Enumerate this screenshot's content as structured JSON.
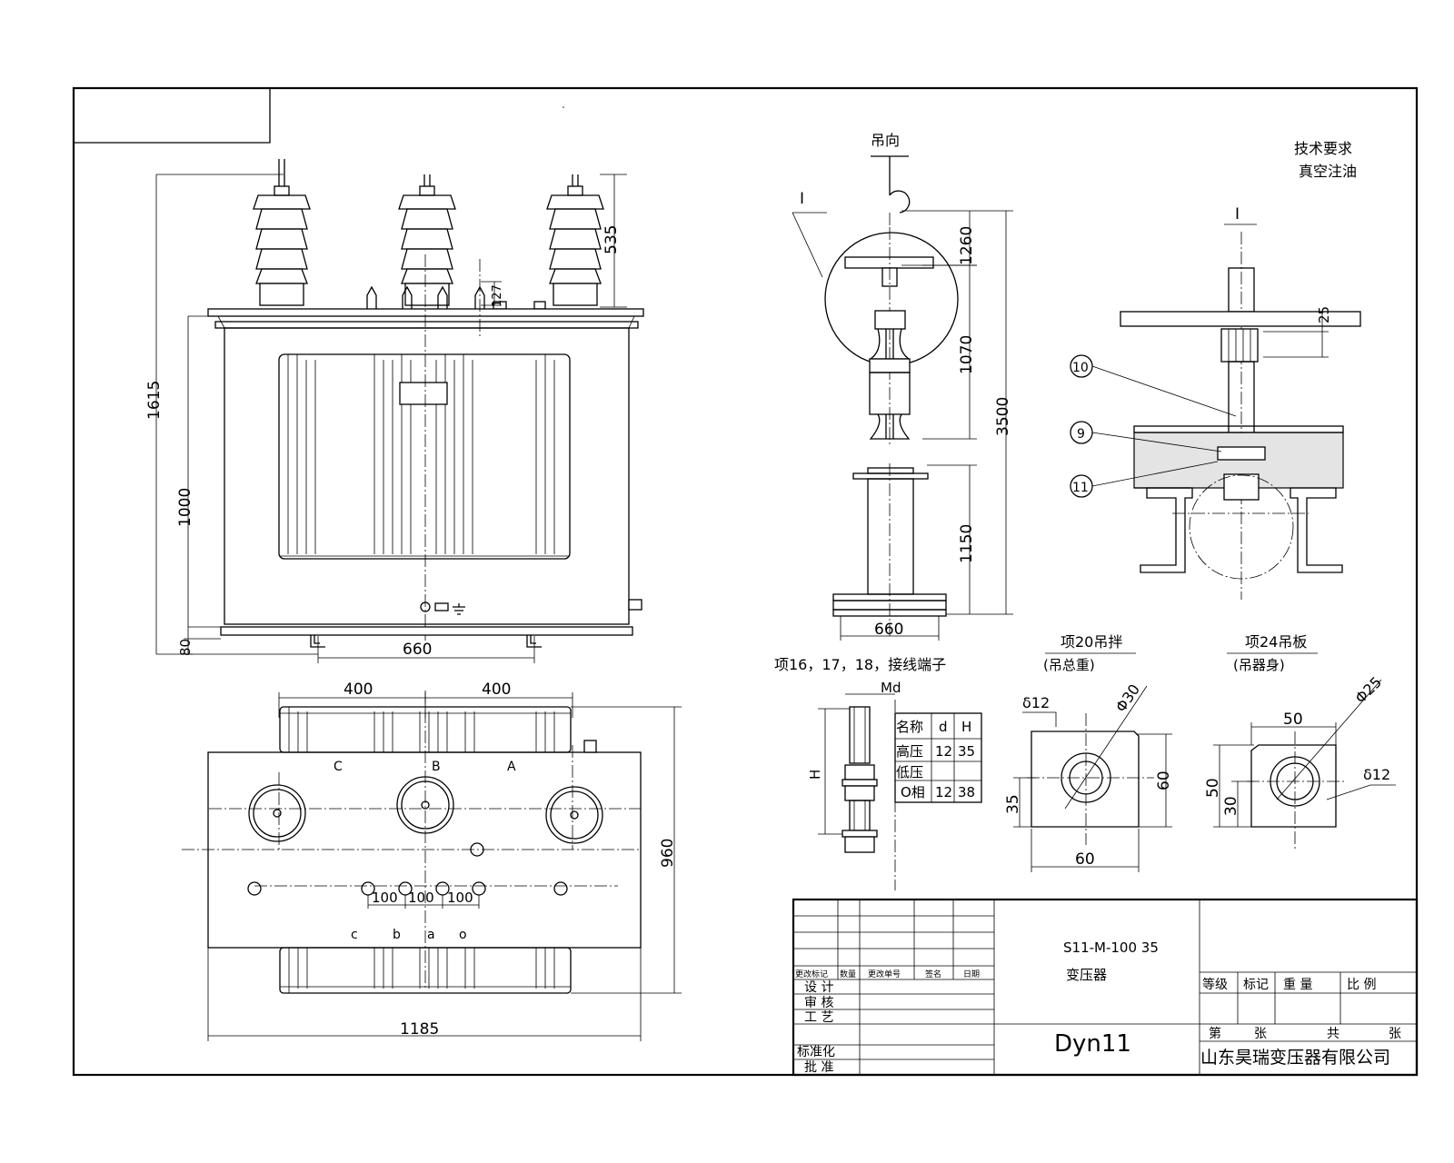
{
  "front_view": {
    "dim_total_height": "1615",
    "dim_tank_height": "1000",
    "dim_base": "80",
    "dim_bushing": "535",
    "dim_small_bushing": "127",
    "dim_wheel_gauge": "660"
  },
  "plan_view": {
    "dim_left_half": "400",
    "dim_right_half": "400",
    "dim_depth": "960",
    "dim_length": "1185",
    "dim_pitch_1": "100",
    "dim_pitch_2": "100",
    "dim_pitch_3": "100",
    "hv_labels": [
      "C",
      "B",
      "A"
    ],
    "lv_labels": [
      "c",
      "b",
      "a",
      "o"
    ]
  },
  "lifting_view": {
    "lift_direction": "吊向",
    "detail_mark": "I",
    "dim_top": "1260",
    "dim_mid": "1070",
    "dim_total": "3500",
    "dim_lower": "1150",
    "dim_base": "660"
  },
  "technical_requirements": {
    "title": "技术要求",
    "item": "真空注油"
  },
  "detail_i": {
    "mark": "I",
    "dim_thread": "25",
    "callouts": [
      "10",
      "9",
      "11"
    ]
  },
  "terminal": {
    "title": "项16，17，18，接线端子",
    "md_label": "Md",
    "h_label": "H",
    "table_header": [
      "名称",
      "d",
      "H"
    ],
    "table_rows": [
      [
        "高压",
        "12",
        "35"
      ],
      [
        "低压",
        "",
        ""
      ],
      [
        "O相",
        "12",
        "38"
      ]
    ]
  },
  "lifting_lug": {
    "title": "项20吊拌",
    "subtitle": "(吊总重)",
    "thickness": "δ12",
    "hole": "Φ30",
    "dim_height": "60",
    "dim_hole_height": "35",
    "dim_width": "60"
  },
  "lifting_plate": {
    "title": "项24吊板",
    "subtitle": "(吊器身)",
    "hole": "Φ25",
    "thickness": "δ12",
    "dim_width": "50",
    "dim_height": "50",
    "dim_hole_height": "30"
  },
  "title_block": {
    "model": "S11-M-100 35",
    "name": "变压器",
    "connection": "Dyn11",
    "company": "山东昊瑞变压器有限公司",
    "rev_headers": [
      "更改标记",
      "数量",
      "更改单号",
      "签名",
      "日期"
    ],
    "roles": [
      "设 计",
      "审 核",
      "工 艺",
      "标准化",
      "批 准"
    ],
    "grade_headers": [
      "等级",
      "标记",
      "重 量",
      "比 例"
    ],
    "sheet_labels": [
      "第",
      "张",
      "共",
      "张"
    ]
  }
}
